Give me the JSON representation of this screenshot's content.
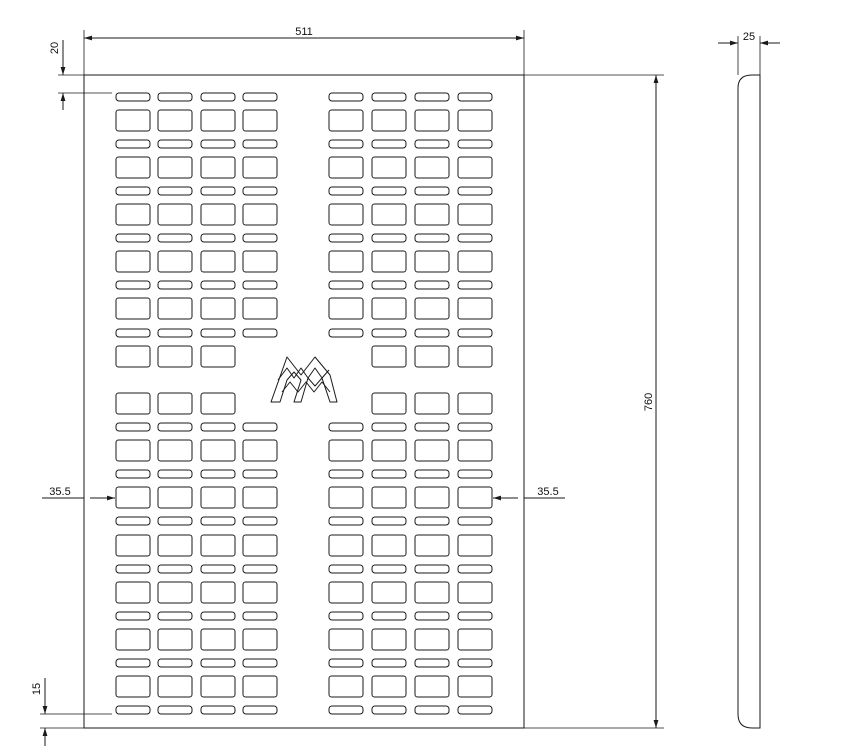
{
  "drawing": {
    "dimensions": {
      "width": "511",
      "height": "760",
      "thickness": "25",
      "top_margin": "20",
      "bottom_margin": "15",
      "left_margin": "35.5",
      "right_margin": "35.5"
    },
    "logo_icon": "mountain-logo-icon",
    "line_color": "#1a1a1a",
    "background_color": "#ffffff"
  }
}
